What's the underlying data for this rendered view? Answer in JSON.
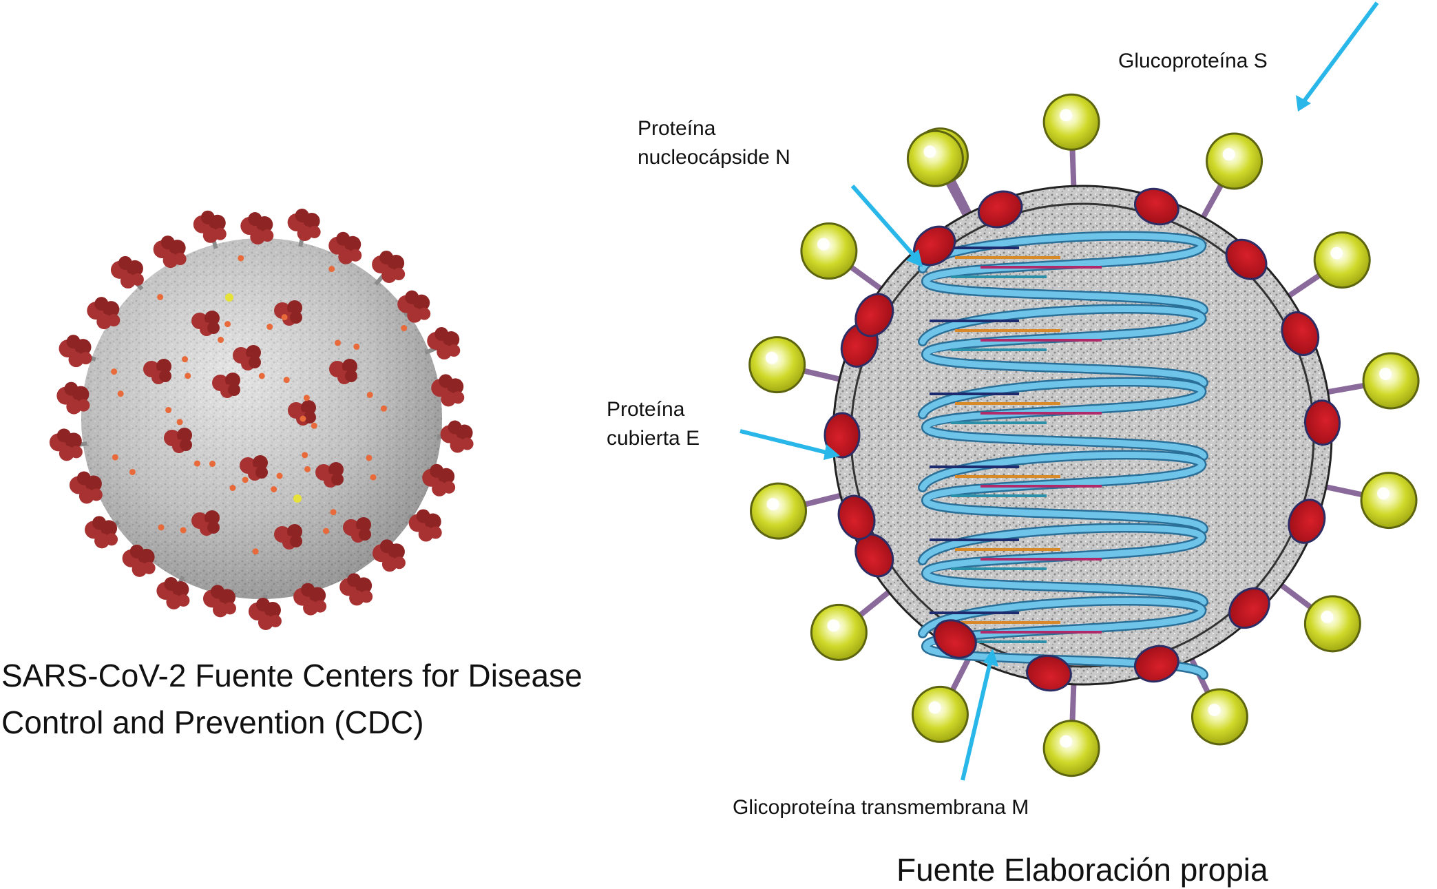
{
  "captions": {
    "cdc_line1": "SARS-CoV-2 Fuente Centers for Disease",
    "cdc_line2": "Control and Prevention (CDC)",
    "own": "Fuente Elaboración propia"
  },
  "labels": {
    "spike": "Glucoproteína S",
    "nucleocapsid_line1": "Proteína",
    "nucleocapsid_line2": "nucleocápside N",
    "envelope_line1": "Proteína",
    "envelope_line2": "cubierta E",
    "membrane": "Glicoproteína transmembrana M"
  },
  "colors": {
    "spike_head": "#c8d41c",
    "spike_stalk": "#8a6a9a",
    "m_protein": "#c0141e",
    "envelope": "#b8b8b8",
    "rna": "#6fc4ea",
    "arrow": "#29b6e8",
    "cdc_spike": "#a83232"
  }
}
